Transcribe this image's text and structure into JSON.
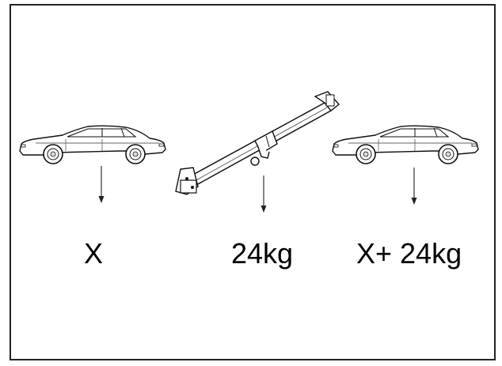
{
  "labels": {
    "car_weight": "X",
    "towbar_weight": "24kg",
    "total_weight": "X+ 24kg"
  }
}
